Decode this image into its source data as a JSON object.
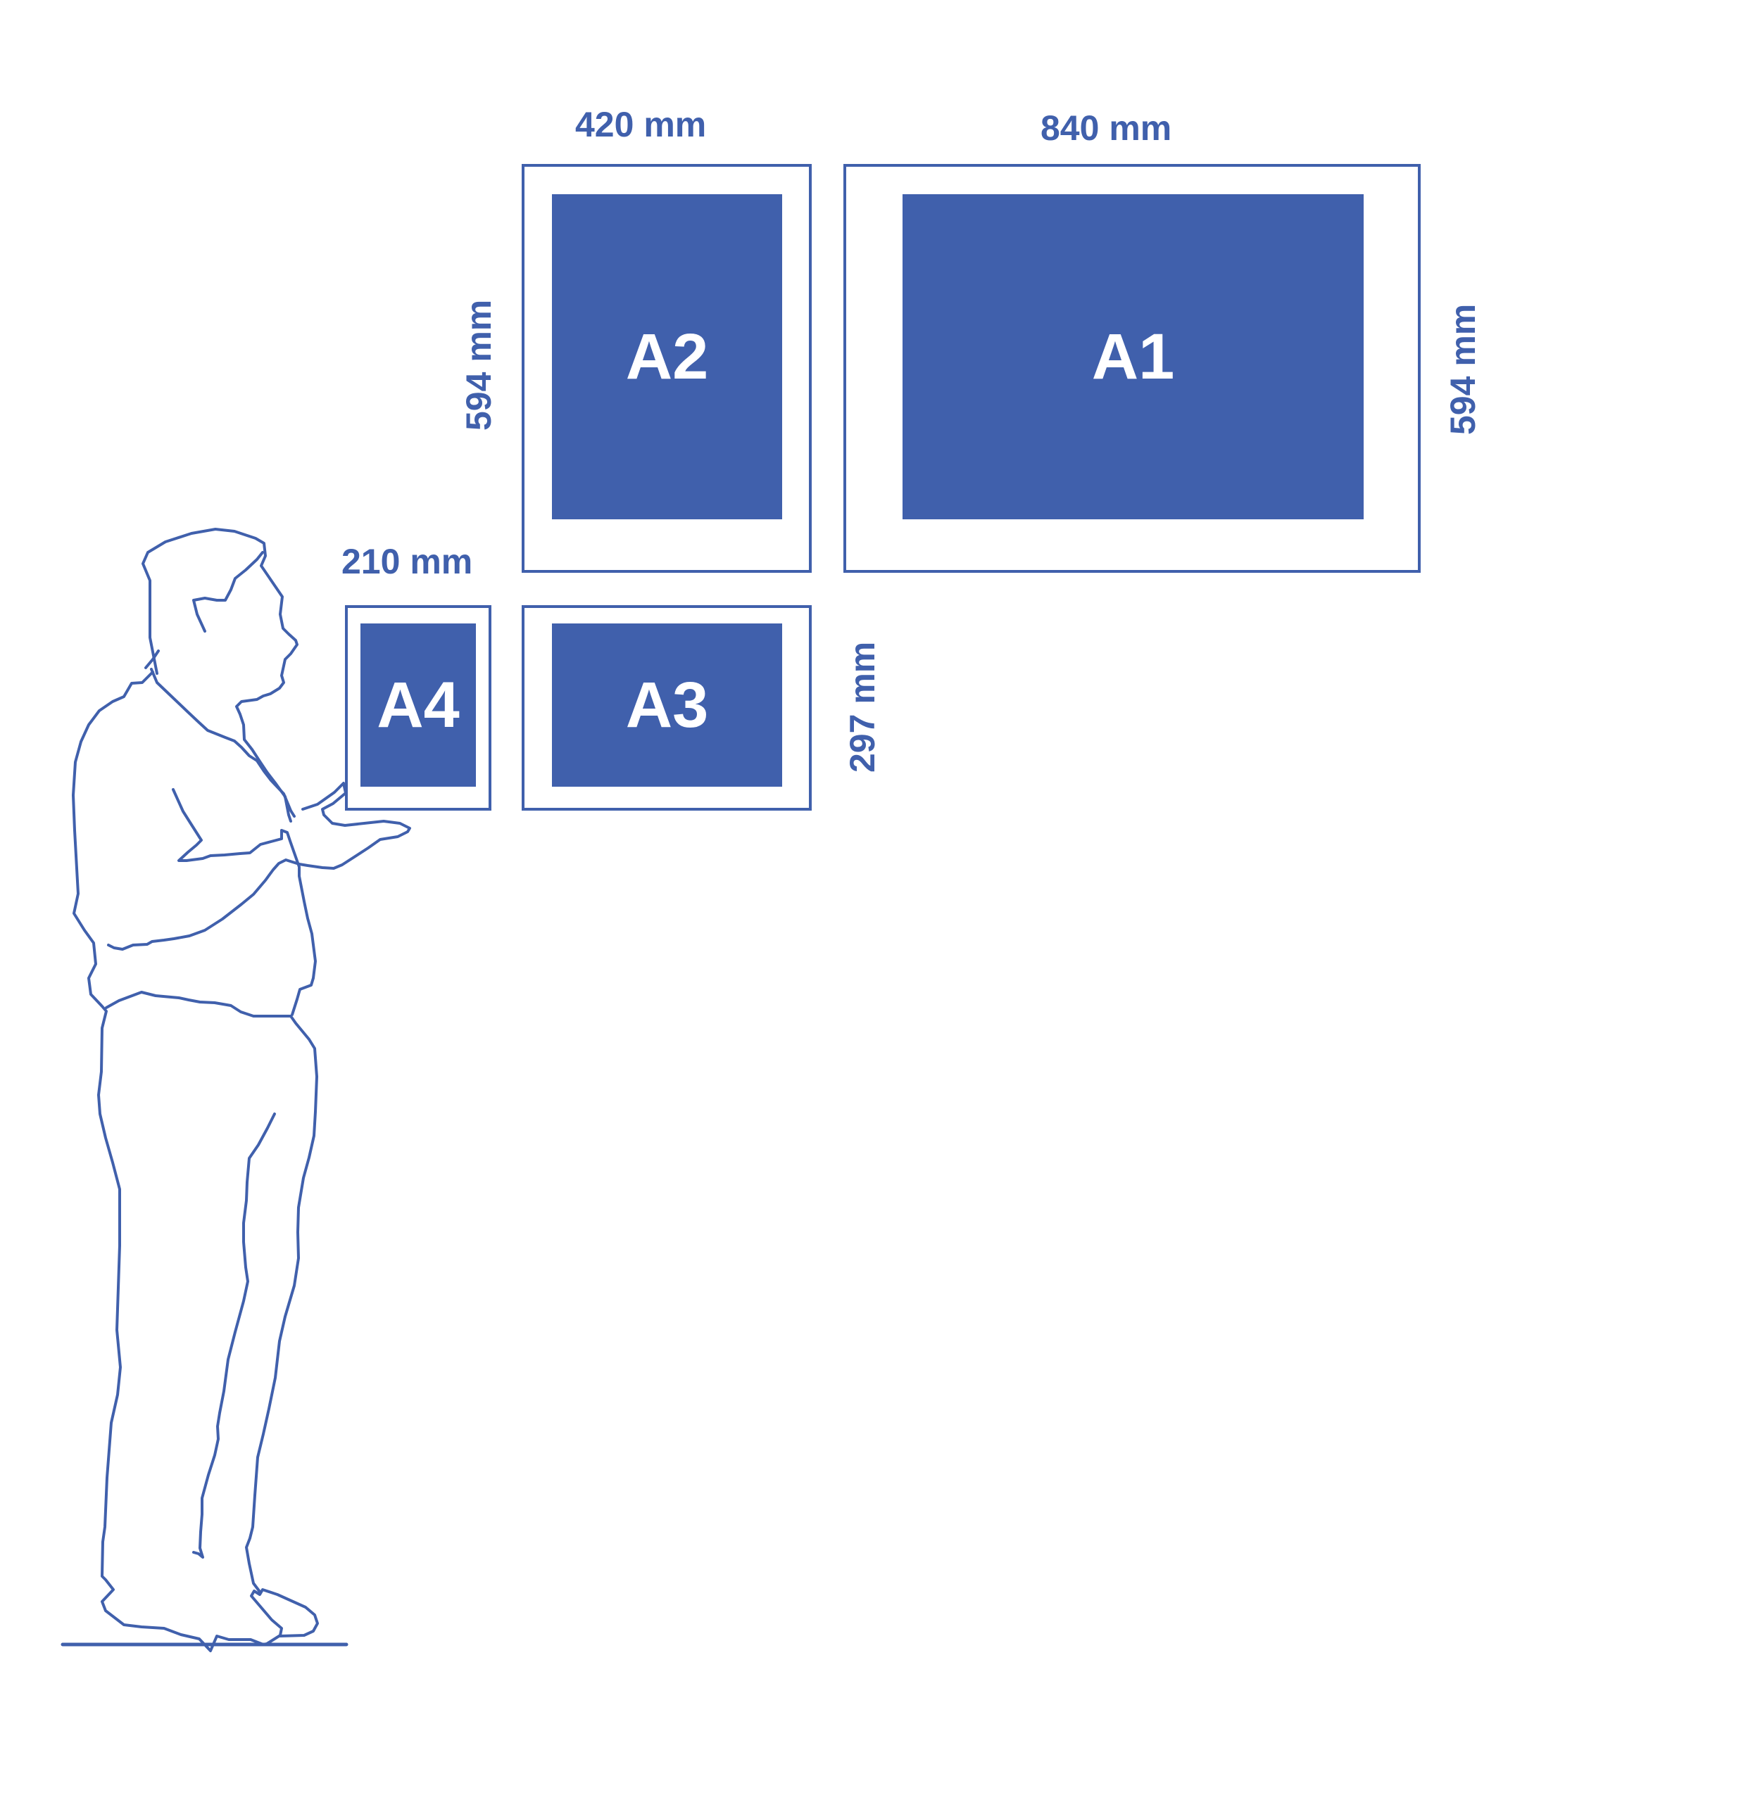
{
  "colors": {
    "accent": "#4060ac",
    "background": "#ffffff"
  },
  "frames": {
    "a1": {
      "label": "A1",
      "width_label": "840 mm",
      "height_label": "594 mm"
    },
    "a2": {
      "label": "A2",
      "width_label": "420 mm",
      "height_label": "594 mm"
    },
    "a3": {
      "label": "A3",
      "height_label": "297 mm"
    },
    "a4": {
      "label": "A4",
      "width_label": "210 mm"
    }
  }
}
